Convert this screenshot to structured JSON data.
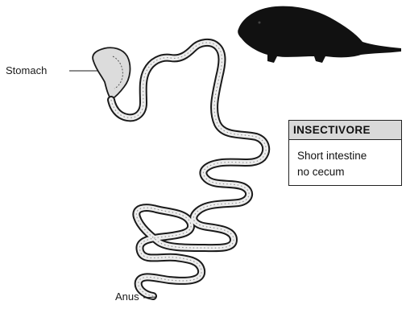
{
  "labels": {
    "stomach": "Stomach",
    "anus": "Anus"
  },
  "info_box": {
    "title": "INSECTIVORE",
    "lines": [
      "Short intestine",
      "no cecum"
    ]
  },
  "colors": {
    "ink": "#1a1a1a",
    "shrew": "#111111",
    "intestine_fill": "#ececec",
    "box_header": "#d9d9d9"
  }
}
